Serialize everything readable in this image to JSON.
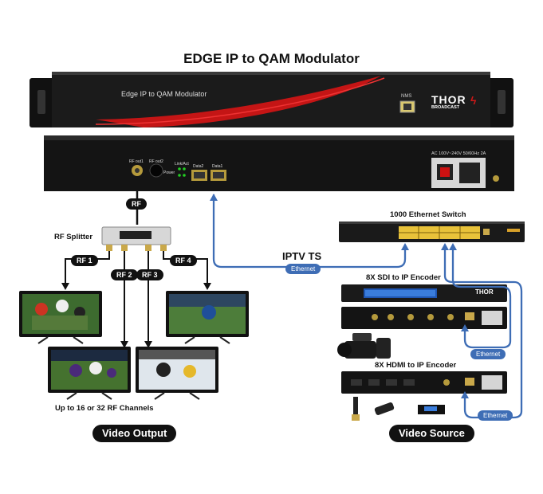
{
  "title": "EDGE IP to QAM Modulator",
  "modulator": {
    "front_label": "Edge IP to QAM Modulator",
    "nms_label": "NMS",
    "brand": "THOR",
    "brand_sub": "BROADCAST",
    "rear_labels": {
      "rf_out1": "RF out1",
      "rf_out2": "RF out2",
      "power": "Power",
      "link": "Link/Act",
      "data2": "Data2",
      "data1": "Data1",
      "ac": "AC 100V~240V 50/60Hz 2A"
    }
  },
  "rf_pill": "RF",
  "splitter_label": "RF Splitter",
  "rf_ports": [
    "RF 1",
    "RF 2",
    "RF 3",
    "RF 4"
  ],
  "iptv_label": "IPTV TS",
  "ethernet_label": "Ethernet",
  "switch_label": "1000 Ethernet Switch",
  "sdi_label": "8X SDI to IP Encoder",
  "hdmi_label": "8X HDMI to IP Encoder",
  "channels_label": "Up to 16 or 32 RF Channels",
  "video_output": "Video Output",
  "video_source": "Video Source",
  "colors": {
    "cable": "#3e6db5",
    "rack": "#1a1a1a",
    "swoosh": "#d01818",
    "port_yellow": "#e8c23a"
  }
}
